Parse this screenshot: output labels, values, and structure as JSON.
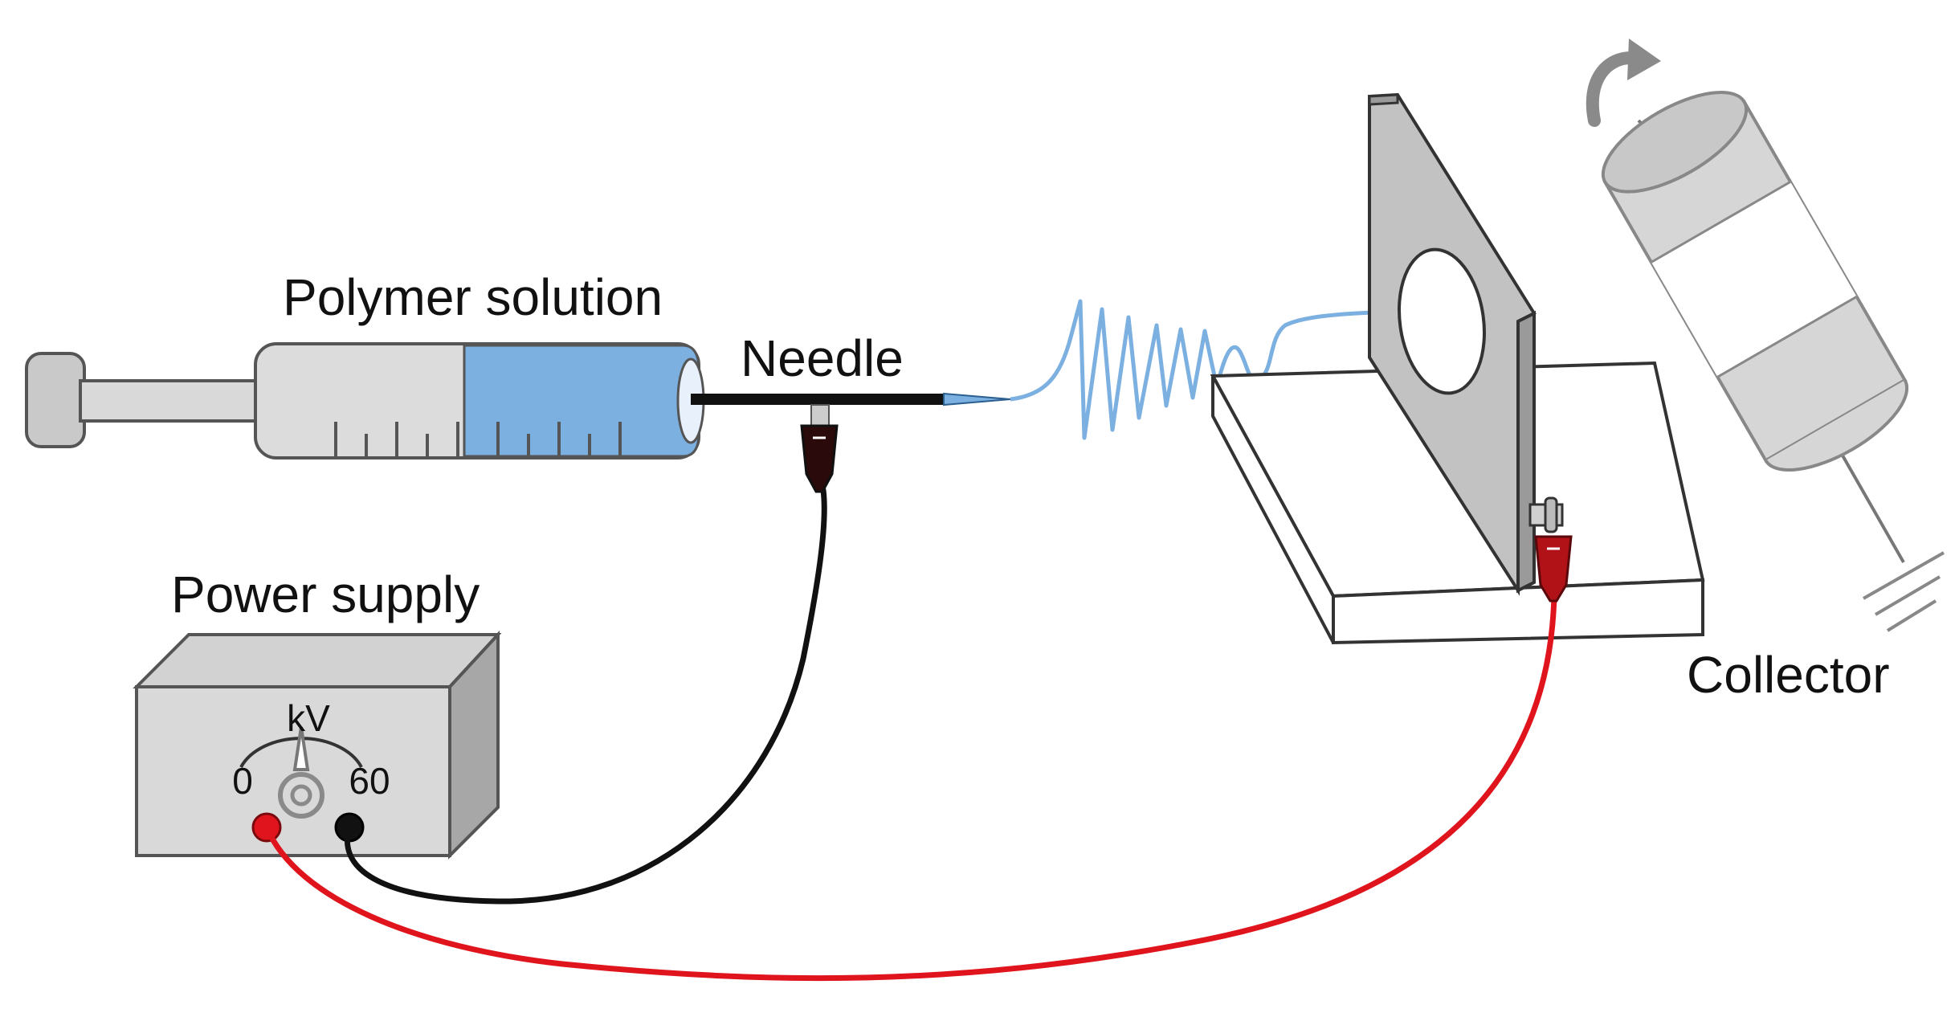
{
  "labels": {
    "polymer_solution": "Polymer solution",
    "needle": "Needle",
    "power_supply": "Power supply",
    "collector": "Collector"
  },
  "dial": {
    "unit": "kV",
    "min": "0",
    "max": "60"
  },
  "colors": {
    "solution": "#7cb0e0",
    "jet": "#7cb0e0",
    "positive_wire": "#e0141c",
    "negative_wire": "#111111",
    "device_gray": "#d9d9d9",
    "device_dark_gray": "#a9a9a9",
    "outline": "#555555"
  },
  "icons": {
    "rotation": "curved-arrow-icon",
    "ground": "ground-symbol-icon",
    "clip": "alligator-clip-icon"
  }
}
